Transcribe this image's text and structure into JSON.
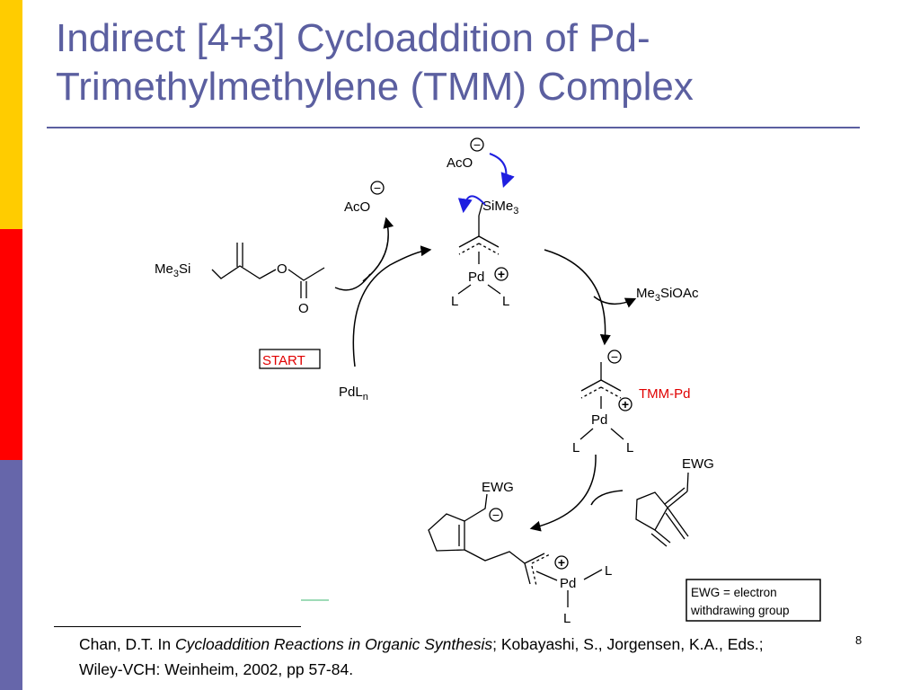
{
  "slide": {
    "title_line1": "Indirect [4+3] Cycloaddition of Pd-",
    "title_line2": "Trimethylmethylene (TMM) Complex",
    "page_number": "8"
  },
  "labels": {
    "aco_top": "AcO",
    "aco_left": "AcO",
    "sime3": "SiMe",
    "sime3_sub": "3",
    "pd_top": "Pd",
    "l": "L",
    "me3si": "Me",
    "me3si_sub": "3",
    "me3si_tail": "Si",
    "ester_o": "O",
    "carbonyl_o": "O",
    "start": "START",
    "pdln": "PdL",
    "pdln_sub": "n",
    "me3sioac_pre": "Me",
    "me3sioac_sub": "3",
    "me3sioac_tail": "SiOAc",
    "tmm_pd": "TMM-Pd",
    "pd_mid": "Pd",
    "pd_bottom": "Pd",
    "ewg": "EWG",
    "minus": "−",
    "plus": "+",
    "ewg_note_line1": "EWG = electron",
    "ewg_note_line2": "withdrawing group"
  },
  "colors": {
    "title": "#5B5FA0",
    "start_text": "#E00000",
    "tmm_label": "#E00000",
    "curly_arrow": "#1F1FE0"
  },
  "reference": {
    "prefix": "Chan, D.T. In ",
    "book_title": "Cycloaddition Reactions in Organic Synthesis",
    "suffix": "; Kobayashi, S., Jorgensen, K.A., Eds.; Wiley-VCH: Weinheim, 2002, pp 57-84."
  }
}
